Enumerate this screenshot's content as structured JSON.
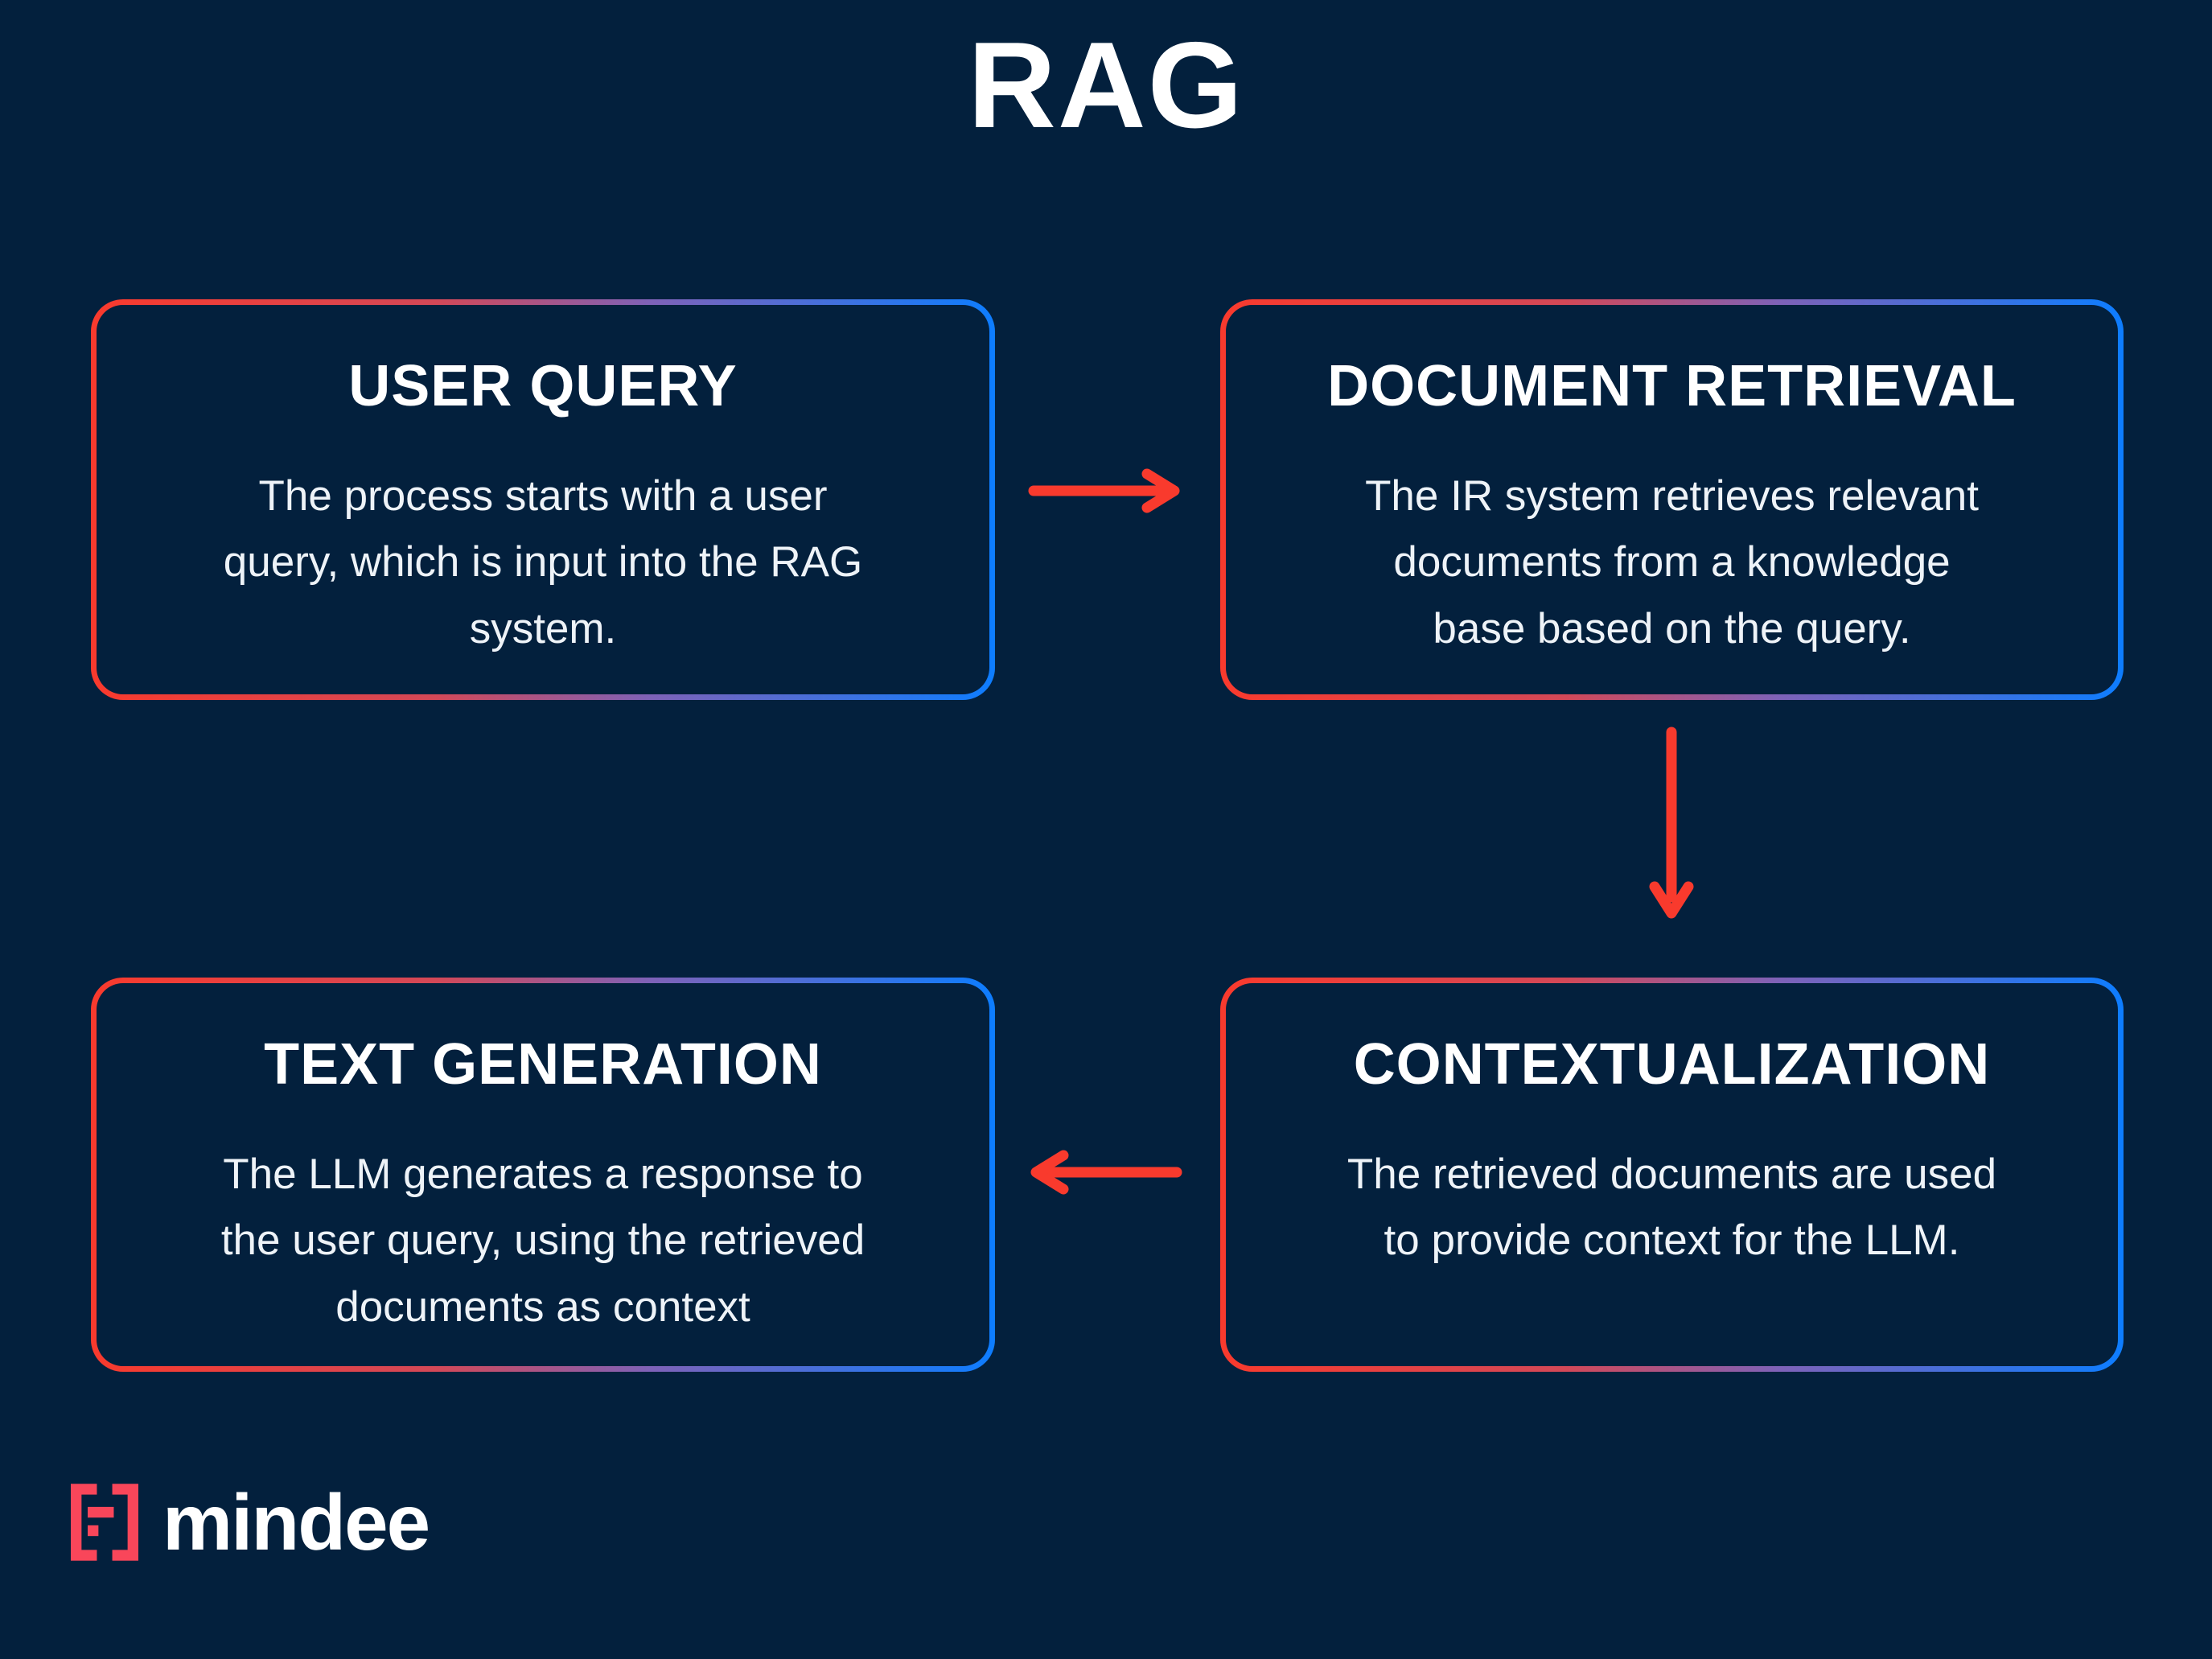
{
  "title": "RAG",
  "colors": {
    "background": "#03203d",
    "arrow_red": "#f93a2d",
    "border_gradient_start": "#f93a2d",
    "border_gradient_end": "#0d7dff",
    "logo_red": "#f9465a",
    "heading_text": "#ffffff",
    "body_text": "#eef3f8"
  },
  "boxes": [
    {
      "title": "USER QUERY",
      "body_lines": [
        "The process starts with a user",
        "query, which is input into the RAG",
        "system."
      ]
    },
    {
      "title": "DOCUMENT RETRIEVAL",
      "body_lines": [
        "The IR system retrieves relevant",
        "documents from a knowledge",
        "base based on the query."
      ]
    },
    {
      "title": "TEXT GENERATION",
      "body_lines": [
        "The LLM generates a response to",
        "the user query, using the retrieved",
        "documents as context"
      ]
    },
    {
      "title": "CONTEXTUALIZATION",
      "body_lines": [
        "The retrieved documents are used",
        "to provide context for the LLM."
      ]
    }
  ],
  "arrows": [
    {
      "name": "user-query-to-document-retrieval",
      "direction": "right"
    },
    {
      "name": "document-retrieval-to-contextualization",
      "direction": "down"
    },
    {
      "name": "contextualization-to-text-generation",
      "direction": "left"
    }
  ],
  "logo": {
    "wordmark": "mindee"
  }
}
